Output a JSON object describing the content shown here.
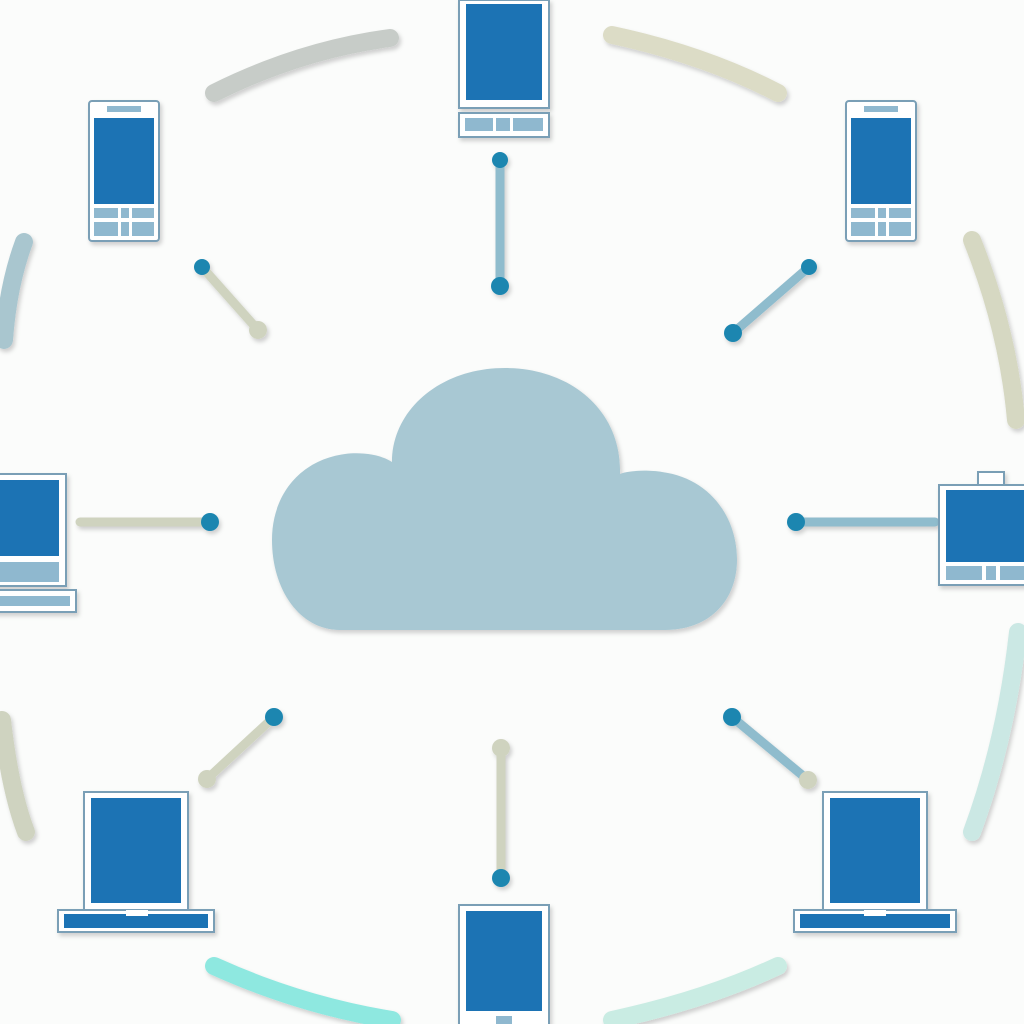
{
  "diagram": {
    "hub": {
      "icon": "cloud-icon"
    },
    "devices": [
      {
        "name": "top",
        "icon": "tablet-icon"
      },
      {
        "name": "top-right",
        "icon": "smartphone-icon"
      },
      {
        "name": "right",
        "icon": "monitor-icon"
      },
      {
        "name": "bottom-right",
        "icon": "laptop-icon"
      },
      {
        "name": "bottom",
        "icon": "tablet-icon"
      },
      {
        "name": "bottom-left",
        "icon": "laptop-icon"
      },
      {
        "name": "left",
        "icon": "laptop-icon"
      },
      {
        "name": "top-left",
        "icon": "smartphone-icon"
      }
    ],
    "colors": {
      "background": "#fbfcfb",
      "cloud": "#a8c8d3",
      "device_screen": "#1f73b4",
      "device_bezel": "#ffffff",
      "device_outline": "#7a9fb6",
      "keyboard": "#8fb8cf",
      "node_dot": "#1b86b0",
      "link_blue": "#8fbccd",
      "link_beige": "#cfd3bf",
      "arc_grey": "#c7ccc8",
      "arc_beige": "#dcdcc6",
      "arc_mint": "#8ee8e0"
    }
  }
}
